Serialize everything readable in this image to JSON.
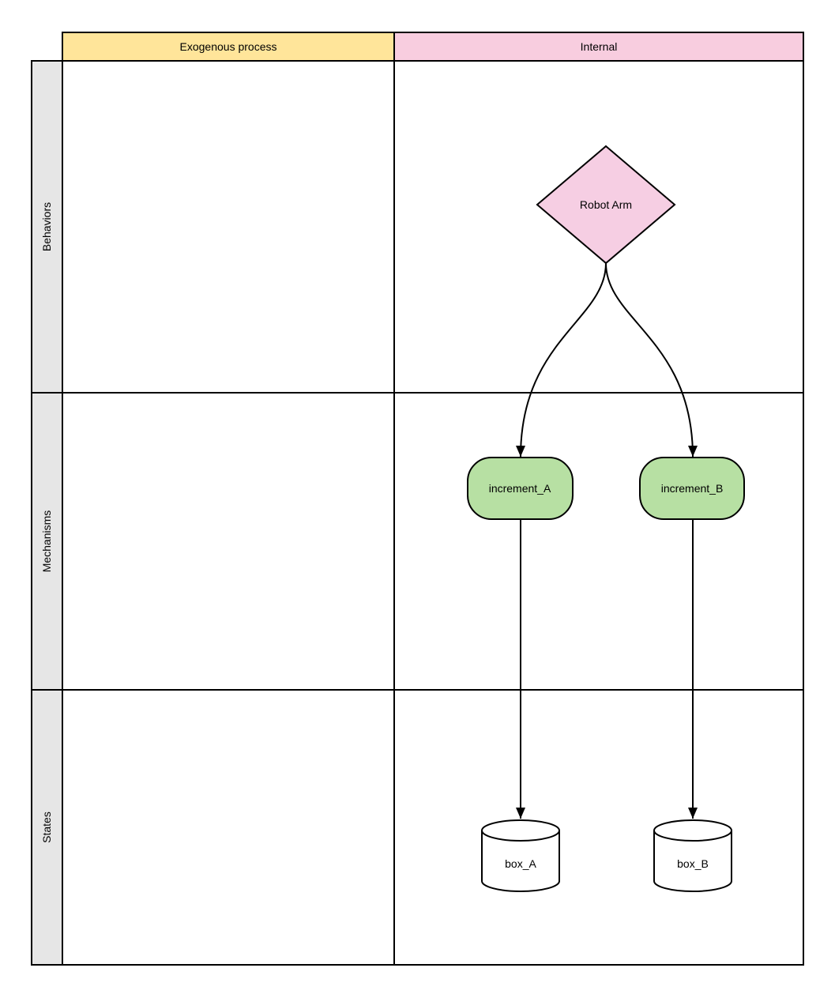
{
  "colors": {
    "header_yellow": "#ffe59a",
    "header_pink": "#f8cddf",
    "row_label_gray": "#e6e6e6",
    "diamond_pink": "#f6cee3",
    "mechanism_green": "#b7e0a3",
    "cylinder_white": "#ffffff",
    "line_black": "#000000"
  },
  "matrix": {
    "columns": [
      {
        "label": "Exogenous process"
      },
      {
        "label": "Internal"
      }
    ],
    "rows": [
      {
        "label": "Behaviors"
      },
      {
        "label": "Mechanisms"
      },
      {
        "label": "States"
      }
    ]
  },
  "nodes": {
    "robot_arm": {
      "label": "Robot Arm",
      "shape": "decision-diamond",
      "row": "Behaviors",
      "column": "Internal"
    },
    "increment_a": {
      "label": "increment_A",
      "shape": "rounded-rectangle",
      "row": "Mechanisms",
      "column": "Internal"
    },
    "increment_b": {
      "label": "increment_B",
      "shape": "rounded-rectangle",
      "row": "Mechanisms",
      "column": "Internal"
    },
    "box_a": {
      "label": "box_A",
      "shape": "cylinder",
      "row": "States",
      "column": "Internal"
    },
    "box_b": {
      "label": "box_B",
      "shape": "cylinder",
      "row": "States",
      "column": "Internal"
    }
  },
  "edges": [
    {
      "from": "Robot Arm",
      "to": "increment_A",
      "style": "curved-arrow"
    },
    {
      "from": "Robot Arm",
      "to": "increment_B",
      "style": "curved-arrow"
    },
    {
      "from": "increment_A",
      "to": "box_A",
      "style": "straight-arrow"
    },
    {
      "from": "increment_B",
      "to": "box_B",
      "style": "straight-arrow"
    }
  ]
}
